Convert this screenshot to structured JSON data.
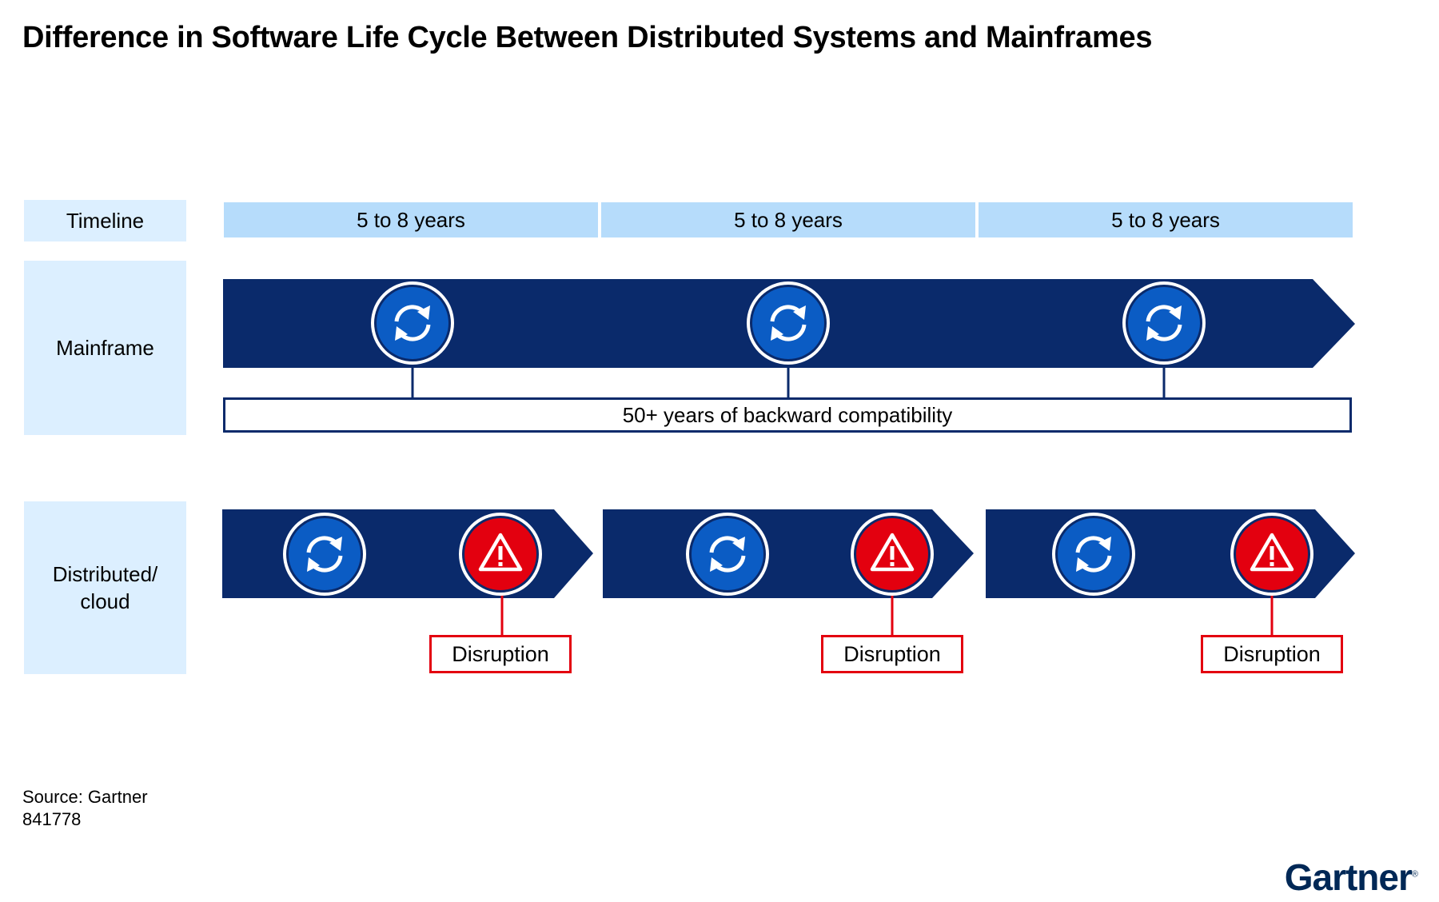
{
  "title": "Difference in Software Life Cycle Between Distributed Systems and Mainframes",
  "rows": {
    "timeline": "Timeline",
    "mainframe": "Mainframe",
    "distributed": "Distributed/\ncloud"
  },
  "periods": [
    "5 to 8 years",
    "5 to 8 years",
    "5 to 8 years"
  ],
  "compatibility": "50+ years of backward compatibility",
  "disruptions": [
    "Disruption",
    "Disruption",
    "Disruption"
  ],
  "source": "Source: Gartner",
  "figure_id": "841778",
  "logo": "Gartner",
  "colors": {
    "navy": "#0a2a6b",
    "upgrade_blue": "#0b5cc4",
    "alert_red": "#e3000f",
    "timeline_light": "#b6dcfb",
    "label_bg": "#dcefff"
  },
  "icons": {
    "upgrade": "refresh-icon",
    "disruption": "warning-icon"
  }
}
